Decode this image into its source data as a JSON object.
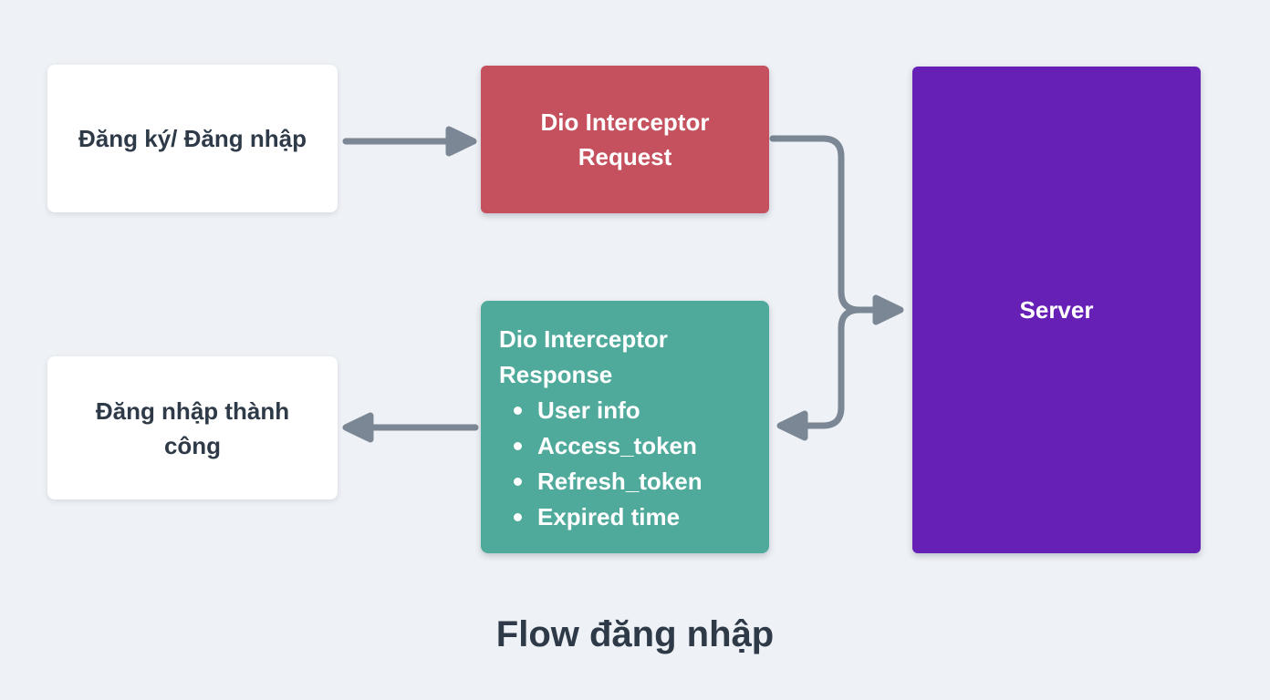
{
  "diagram": {
    "title": "Flow đăng nhập",
    "nodes": {
      "register": {
        "label": "Đăng ký/ Đăng nhập"
      },
      "request": {
        "label": "Dio Interceptor Request"
      },
      "server": {
        "label": "Server"
      },
      "response": {
        "heading": "Dio Interceptor Response",
        "items": [
          "User info",
          "Access_token",
          "Refresh_token",
          "Expired time"
        ]
      },
      "success": {
        "label": "Đăng nhập thành công"
      }
    },
    "colors": {
      "background": "#eef1f5",
      "node_register": "#ffffff",
      "node_request": "#c5515f",
      "node_server": "#6620b6",
      "node_response": "#4faa9b",
      "node_success": "#ffffff",
      "arrow": "#7b8794",
      "text_dark": "#2e3a48",
      "text_light": "#ffffff"
    }
  }
}
